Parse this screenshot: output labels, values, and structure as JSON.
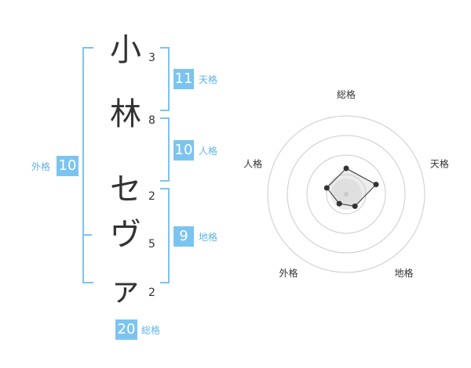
{
  "name": {
    "chars": [
      {
        "char": "小",
        "strokes": "3"
      },
      {
        "char": "林",
        "strokes": "8"
      },
      {
        "char": "セ",
        "strokes": "2"
      },
      {
        "char": "ヴ",
        "strokes": "5"
      },
      {
        "char": "ァ",
        "strokes": "2"
      }
    ]
  },
  "scores": {
    "tenkaku": {
      "value": "11",
      "label": "天格"
    },
    "jinkaku": {
      "value": "10",
      "label": "人格"
    },
    "chikaku": {
      "value": "9",
      "label": "地格"
    },
    "gaikaku": {
      "value": "10",
      "label": "外格"
    },
    "soukaku": {
      "value": "20",
      "label": "総格"
    }
  },
  "colors": {
    "accent": "#7cc4f0",
    "accent_text": "#5eb4e8"
  },
  "chart_data": {
    "type": "radar",
    "axes": [
      "総格",
      "天格",
      "地格",
      "外格",
      "人格"
    ],
    "values": [
      20,
      11,
      9,
      10,
      10
    ],
    "value_scale": "relative radius",
    "radii_fractions": [
      0.33,
      0.4,
      0.19,
      0.15,
      0.26
    ],
    "rings": 4
  }
}
